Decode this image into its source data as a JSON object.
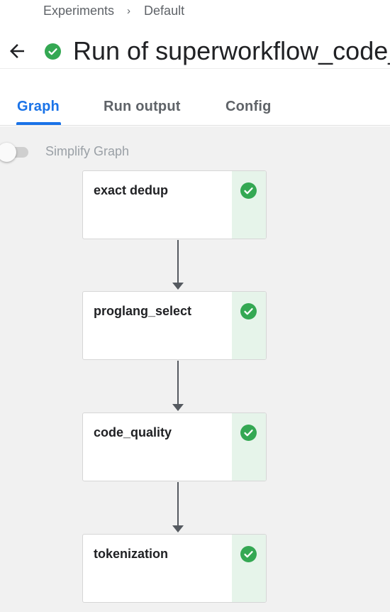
{
  "breadcrumb": {
    "items": [
      "Experiments",
      "Default"
    ],
    "separator": "›"
  },
  "header": {
    "title": "Run of superworkflow_code_",
    "status": "succeeded",
    "status_icon": "check-circle-icon",
    "back_icon": "arrow-back-icon"
  },
  "tabs": [
    {
      "label": "Graph",
      "active": true
    },
    {
      "label": "Run output",
      "active": false
    },
    {
      "label": "Config",
      "active": false
    }
  ],
  "graph": {
    "simplify_label": "Simplify Graph",
    "simplify_enabled": false,
    "nodes": [
      {
        "label": "exact dedup",
        "status": "succeeded"
      },
      {
        "label": "proglang_select",
        "status": "succeeded"
      },
      {
        "label": "code_quality",
        "status": "succeeded"
      },
      {
        "label": "tokenization",
        "status": "succeeded"
      }
    ]
  },
  "colors": {
    "accent": "#1a73e8",
    "success": "#34a853",
    "success_bg": "#e6f4ea",
    "canvas_bg": "#f1f1f1"
  }
}
